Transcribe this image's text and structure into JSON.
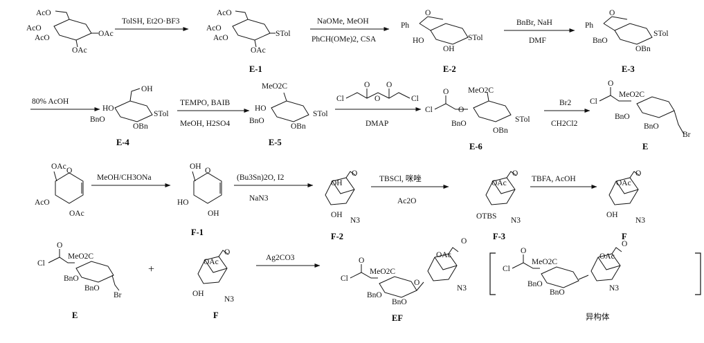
{
  "compounds": {
    "e1": "E-1",
    "e2": "E-2",
    "e3": "E-3",
    "e4": "E-4",
    "e5": "E-5",
    "e6": "E-6",
    "e": "E",
    "f1": "F-1",
    "f2": "F-2",
    "f3": "F-3",
    "f": "F",
    "e_row4": "E",
    "f_row4": "F",
    "ef": "EF",
    "isomer": "异构体"
  },
  "reagents": {
    "r1": "TolSH, Et2O·BF3",
    "r2_top": "NaOMe, MeOH",
    "r2_bottom": "PhCH(OMe)2, CSA",
    "r3_top": "BnBr, NaH",
    "r3_bottom": "DMF",
    "r4": "80% AcOH",
    "r5_top": "TEMPO, BAIB",
    "r5_bottom": "MeOH, H2SO4",
    "r6_bottom": "DMAP",
    "r7_top": "Br2",
    "r7_bottom": "CH2Cl2",
    "r8": "MeOH/CH3ONa",
    "r9_top": "(Bu3Sn)2O, I2",
    "r9_bottom": "NaN3",
    "r10_top": "TBSCl, 咪唑",
    "r10_bottom": "Ac2O",
    "r11": "TBFA, AcOH",
    "r12": "Ag2CO3",
    "plus": "+"
  },
  "atom_labels": {
    "ac_o": "AcO",
    "oac": "OAc",
    "stol": "STol",
    "ph": "Ph",
    "ho": "HO",
    "oh": "OH",
    "bno": "BnO",
    "obn": "OBn",
    "meo2c": "MeO2C",
    "cl": "Cl",
    "br": "Br",
    "o": "O",
    "n3": "N3",
    "otbs": "OTBS"
  }
}
